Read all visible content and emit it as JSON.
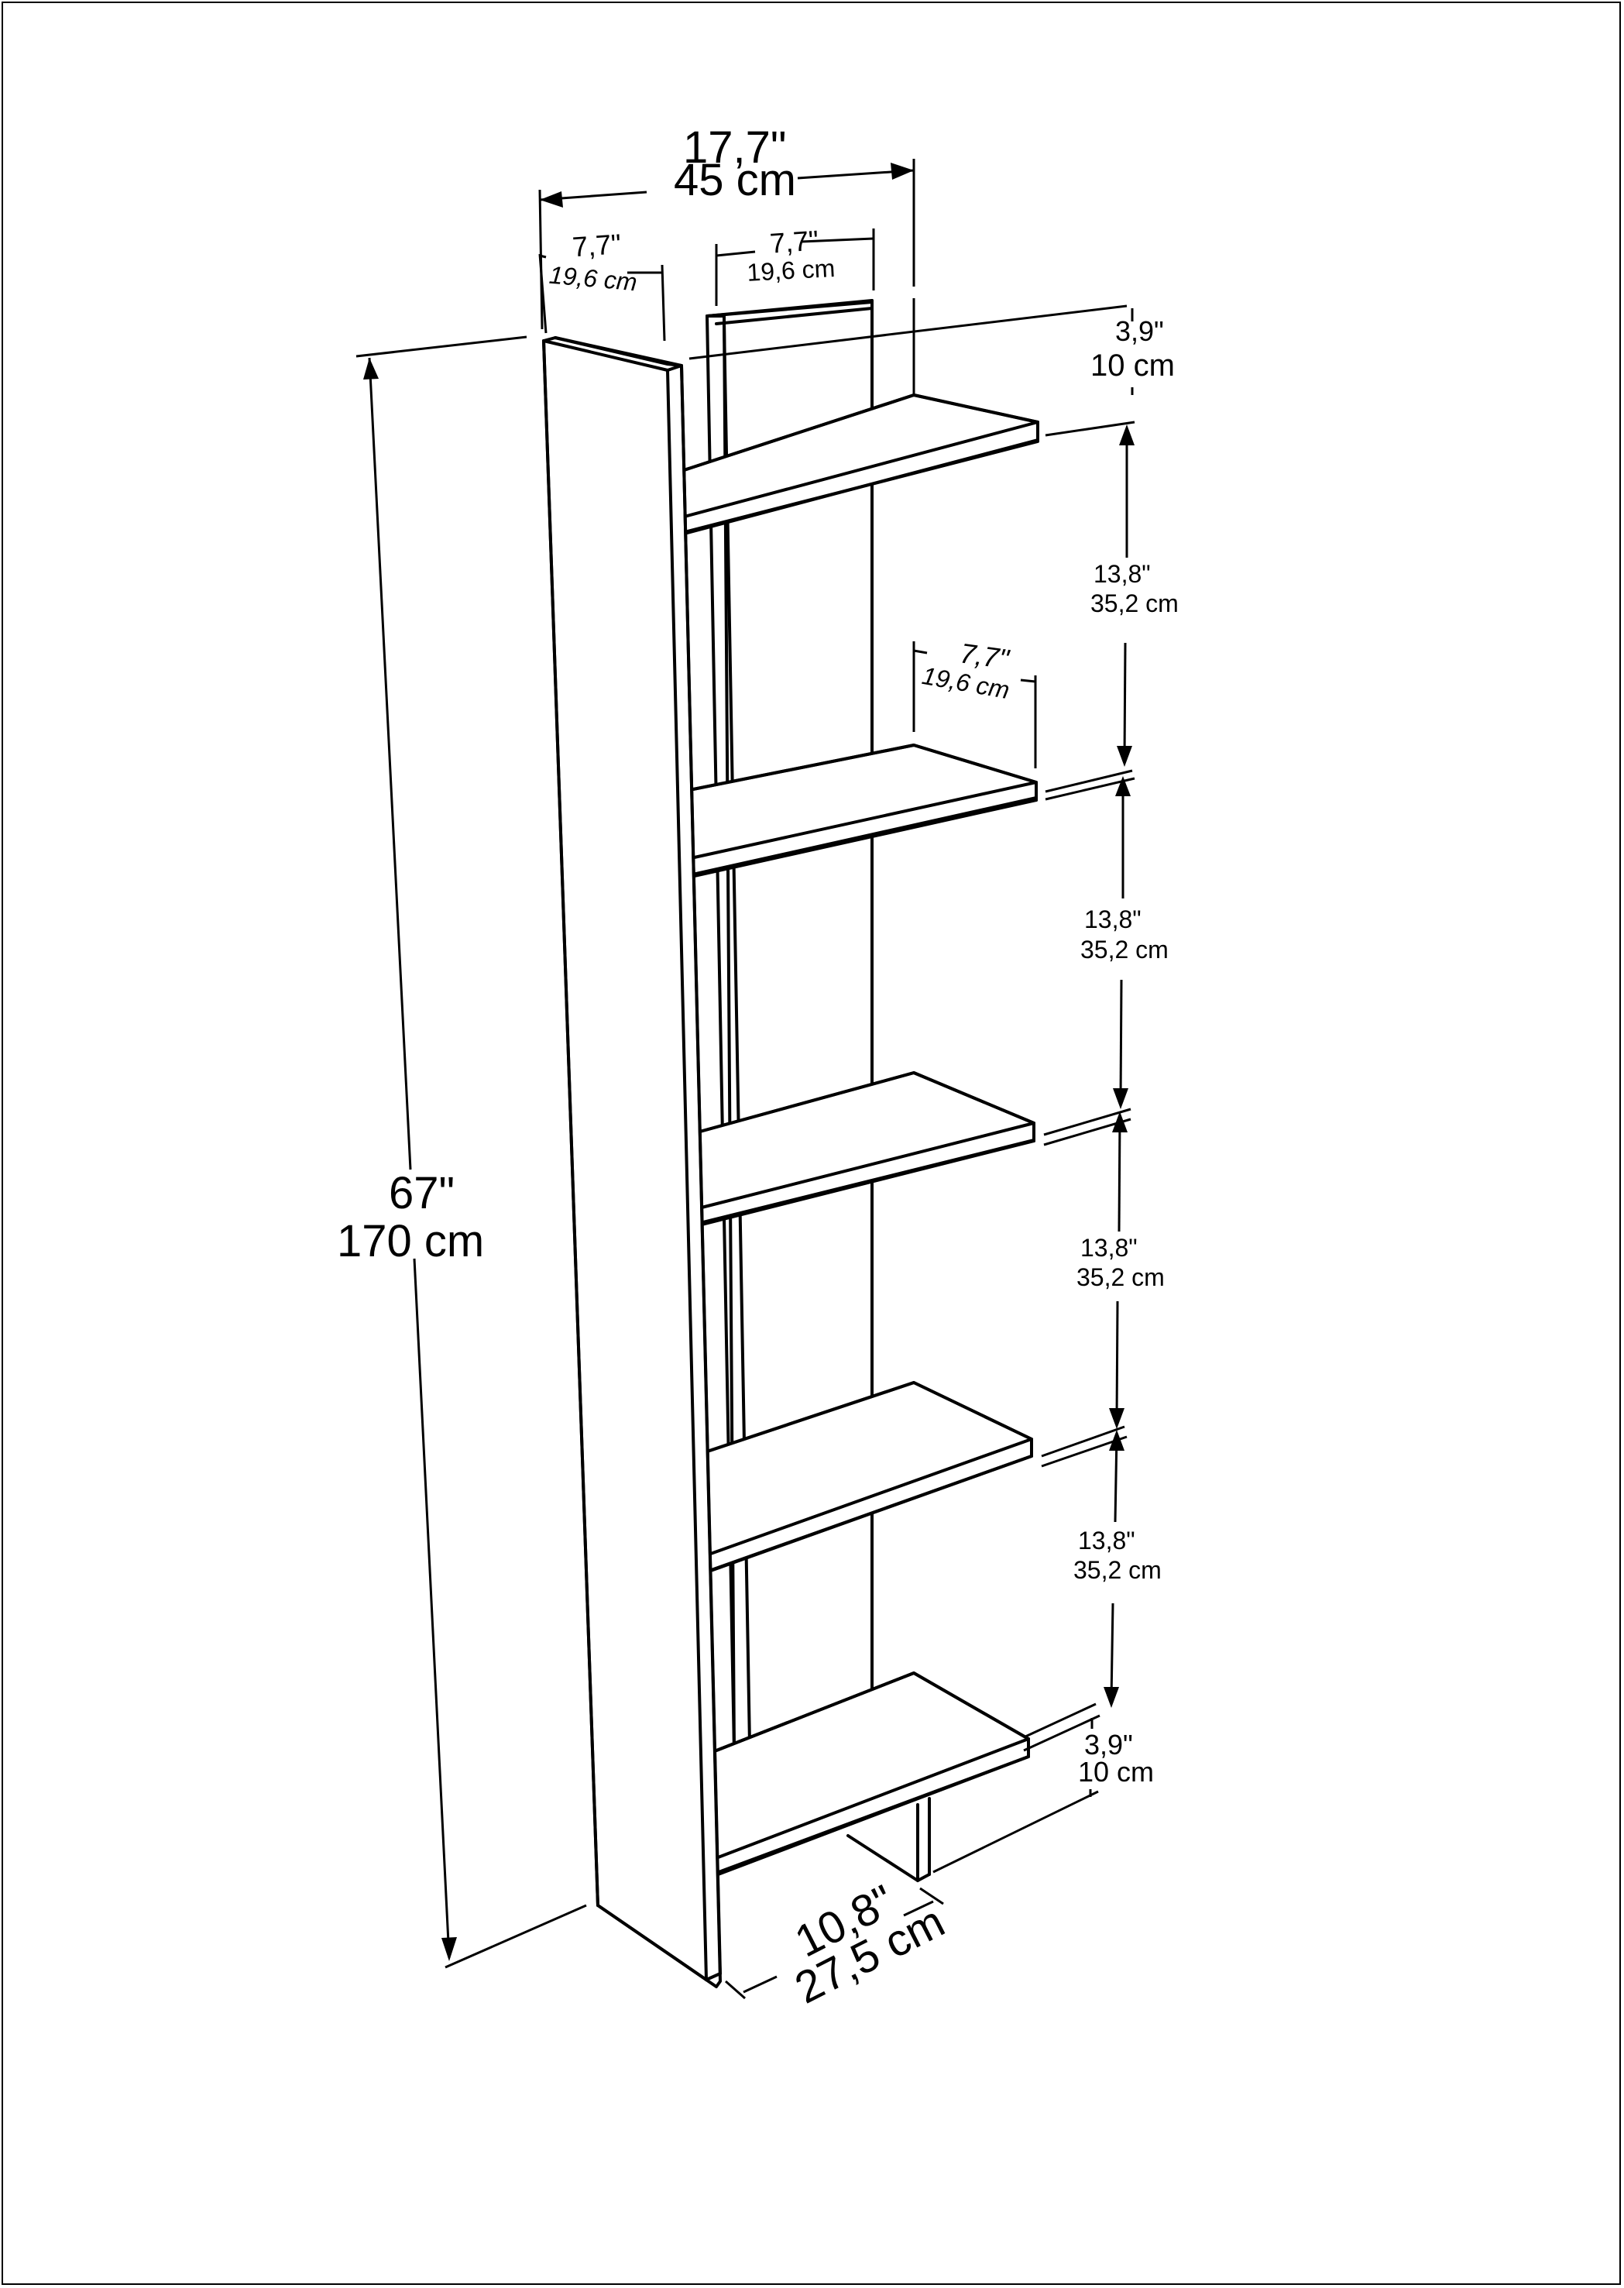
{
  "diagram": {
    "type": "product-dimension-drawing",
    "subject": "5-tier wall bookshelf",
    "colors": {
      "line": "#000000",
      "background": "#ffffff"
    },
    "dimensions": {
      "total_width": {
        "inch": "17,7\"",
        "cm": "45 cm"
      },
      "left_panel_width": {
        "inch": "7,7\"",
        "cm": "19,6 cm"
      },
      "top_back_width": {
        "inch": "7,7\"",
        "cm": "19,6 cm"
      },
      "shelf_depth": {
        "inch": "7,7\"",
        "cm": "19,6 cm"
      },
      "top_offset": {
        "inch": "3,9\"",
        "cm": "10 cm"
      },
      "total_height": {
        "inch": "67\"",
        "cm": "170 cm"
      },
      "shelf_spacing": [
        {
          "inch": "13,8\"",
          "cm": "35,2 cm"
        },
        {
          "inch": "13,8\"",
          "cm": "35,2 cm"
        },
        {
          "inch": "13,8\"",
          "cm": "35,2 cm"
        },
        {
          "inch": "13,8\"",
          "cm": "35,2 cm"
        }
      ],
      "bottom_offset": {
        "inch": "3,9\"",
        "cm": "10 cm"
      },
      "depth": {
        "inch": "10,8\"",
        "cm": "27,5 cm"
      }
    }
  }
}
